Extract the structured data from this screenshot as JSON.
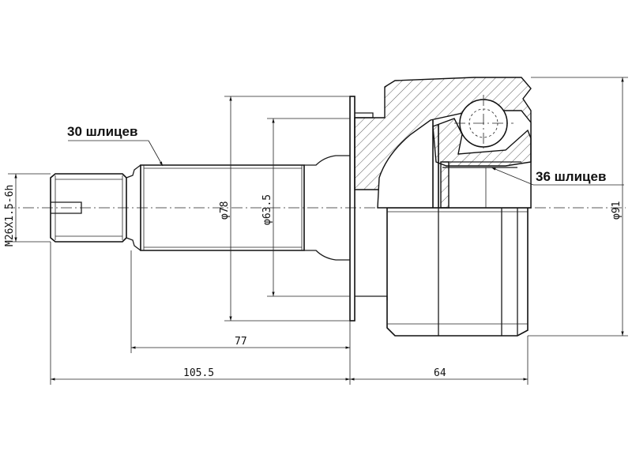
{
  "callouts": {
    "spline_30": "30 шлицев",
    "spline_36": "36 шлицев"
  },
  "dimensions": {
    "thread": "M26X1.5-6h",
    "dia_78": "φ78",
    "dia_63_5": "φ63.5",
    "dia_91": "φ91",
    "len_77": "77",
    "len_105_5": "105.5",
    "len_64": "64"
  }
}
